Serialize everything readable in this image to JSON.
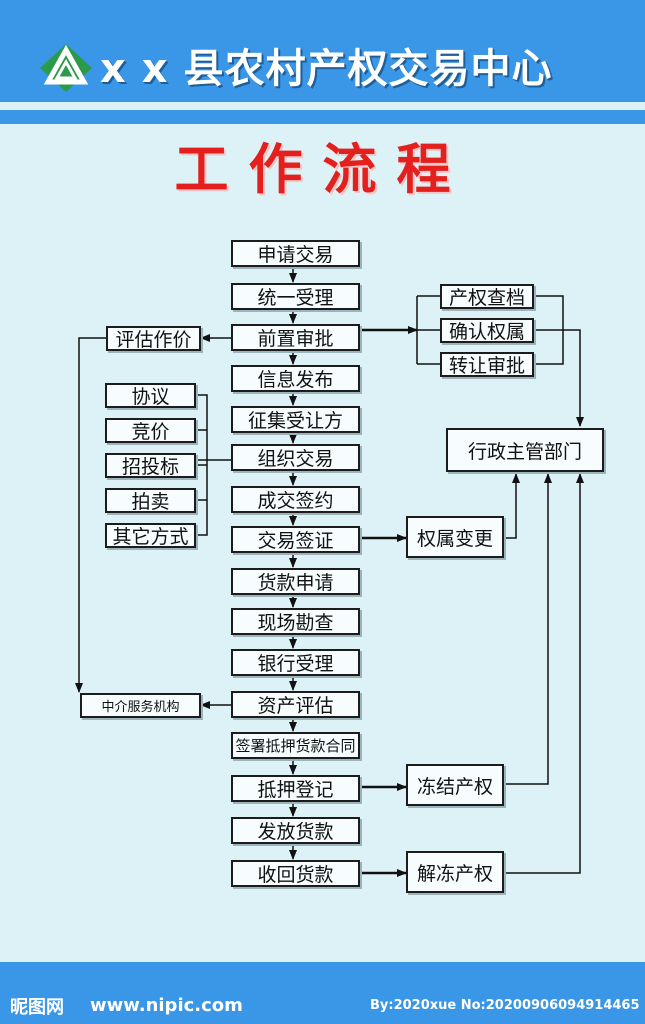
{
  "header": {
    "org_name": "x x 县农村产权交易中心",
    "title": "工作流程",
    "brand_color": "#3a96e6",
    "title_color": "#e3201e",
    "logo_icon": "green-triangle-logo-icon"
  },
  "flow": {
    "main_steps": [
      "申请交易",
      "统一受理",
      "前置审批",
      "信息发布",
      "征集受让方",
      "组织交易",
      "成交签约",
      "交易签证",
      "货款申请",
      "现场勘查",
      "银行受理",
      "资产评估",
      "签署抵押货款合同",
      "抵押登记",
      "发放货款",
      "收回货款"
    ],
    "pre_approval_steps": [
      "产权查档",
      "确认权属",
      "转让审批"
    ],
    "trade_methods": [
      "协议",
      "竞价",
      "招投标",
      "拍卖",
      "其它方式"
    ],
    "valuation": "评估作价",
    "agency": "中介服务机构",
    "authority": "行政主管部门",
    "ownership_change": "权属变更",
    "freeze": "冻结产权",
    "unfreeze": "解冻产权"
  },
  "footer": {
    "site_name": "昵图网",
    "site_url": "www.nipic.com",
    "credit": "By:2020xue No:20200906094914465"
  }
}
